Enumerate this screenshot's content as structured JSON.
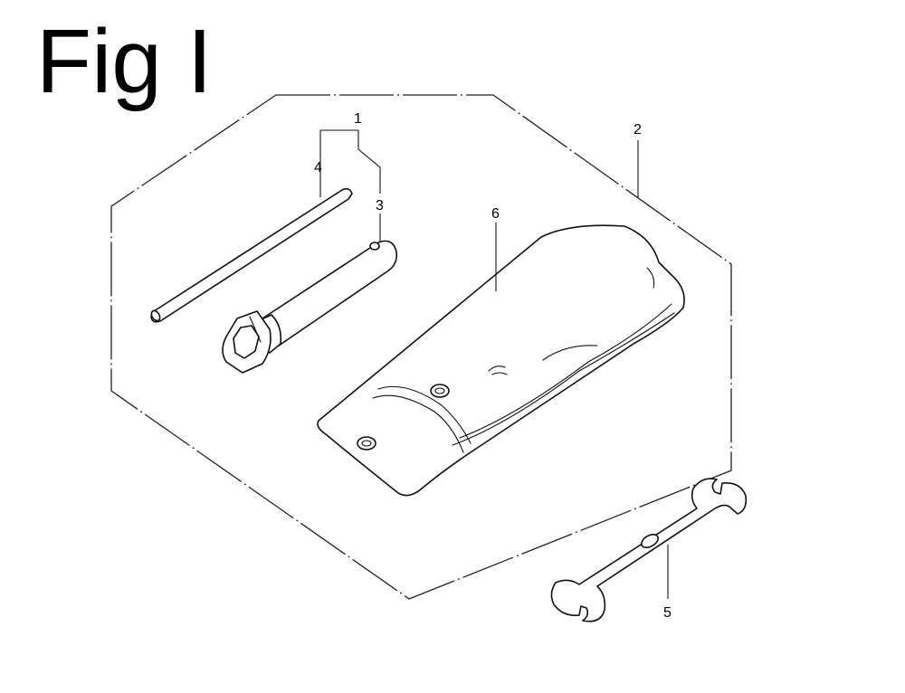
{
  "title": "Fig I",
  "callouts": {
    "c1": "1",
    "c2": "2",
    "c3": "3",
    "c4": "4",
    "c5": "5",
    "c6": "6"
  }
}
